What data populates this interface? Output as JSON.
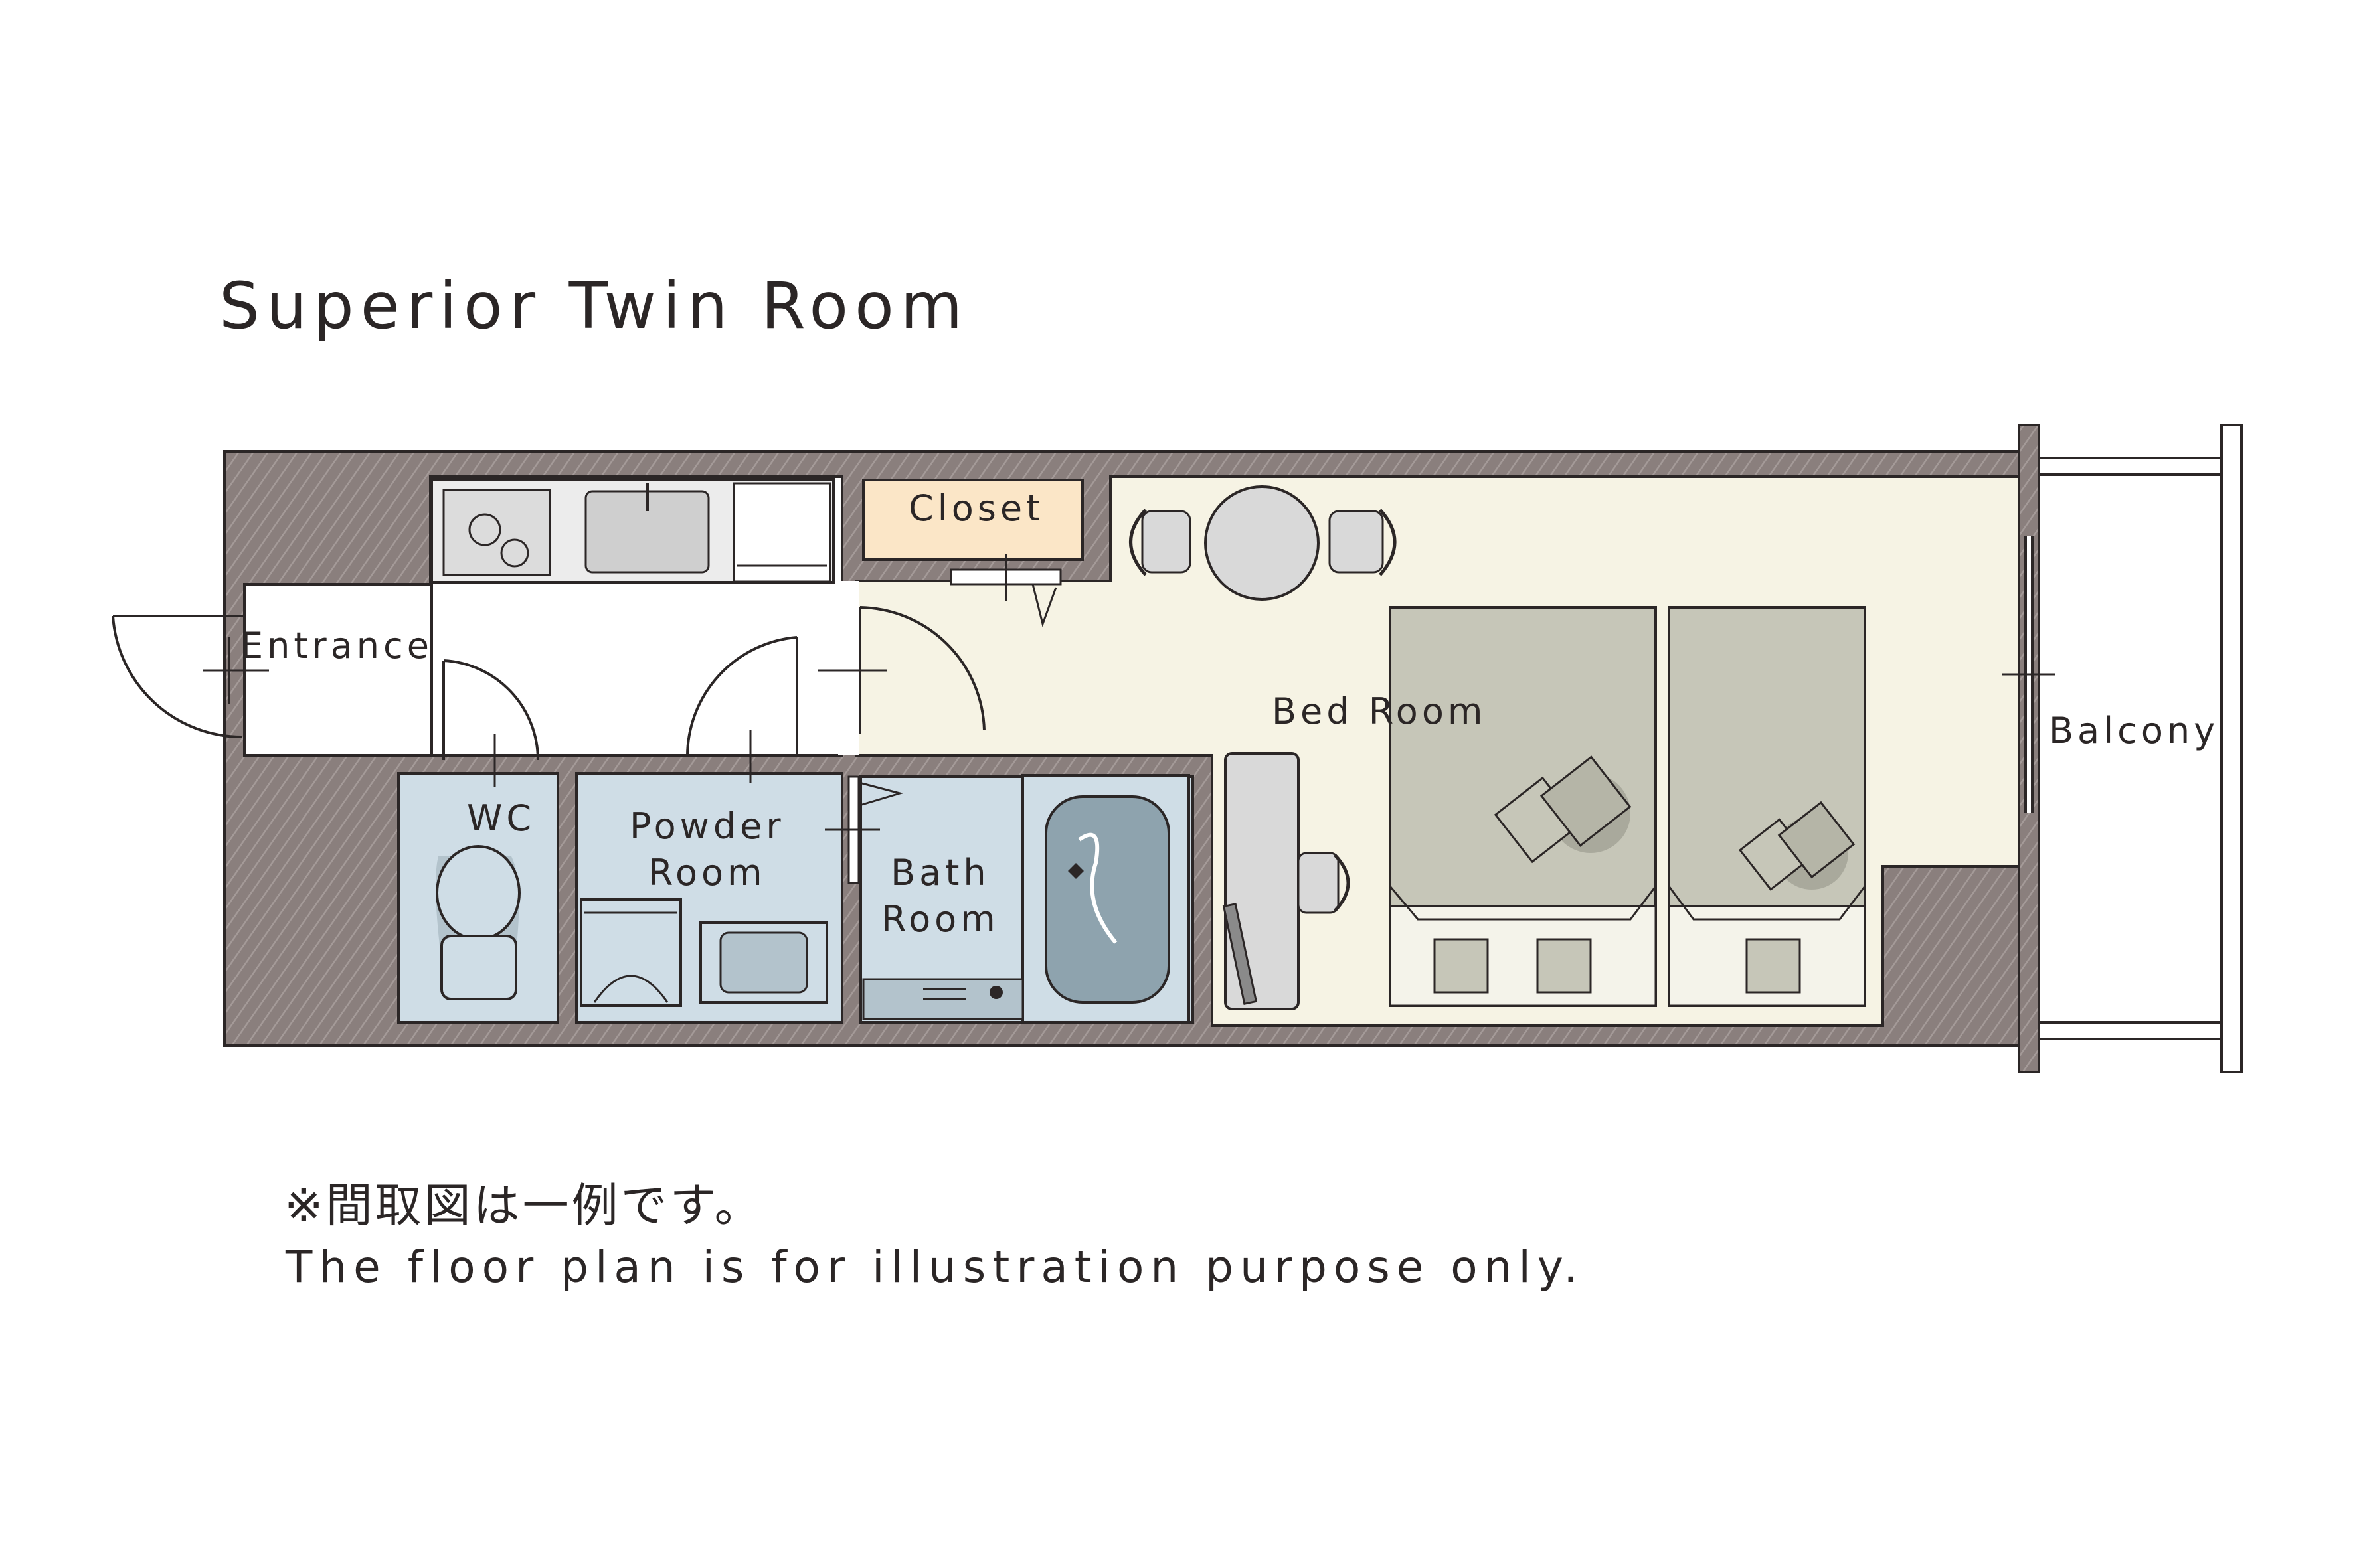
{
  "title": "Superior Twin Room",
  "rooms": {
    "entrance": "Entrance",
    "closet": "Closet",
    "bedroom": "Bed Room",
    "balcony": "Balcony",
    "wc": "WC",
    "powder_line1": "Powder",
    "powder_line2": "Room",
    "bath_line1": "Bath",
    "bath_line2": "Room"
  },
  "notes": {
    "japanese": "※間取図は一例です。",
    "english": "The floor plan is for illustration purpose only."
  },
  "colors": {
    "wall": "#8a7f7d",
    "bedroom_floor": "#f6f3e4",
    "wet_area": "#cfdde6",
    "closet": "#fbe6c7",
    "bed": "#c6c6b8",
    "furniture": "#d9d9d9",
    "outline": "#2b2626"
  }
}
